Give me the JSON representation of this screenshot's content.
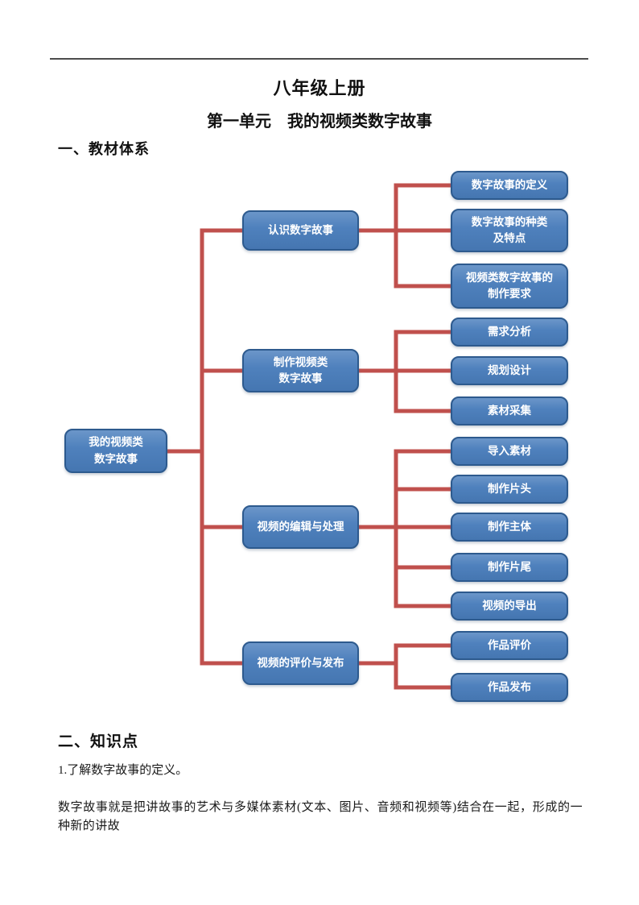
{
  "header": {
    "title": "八年级上册",
    "subtitle": "第一单元　我的视频类数字故事"
  },
  "sections": {
    "textbook_system_heading": "一、教材体系",
    "knowledge_points_heading": "二、知识点",
    "knowledge_point_1": "1.了解数字故事的定义。",
    "body_paragraph": "数字故事就是把讲故事的艺术与多媒体素材(文本、图片、音频和视频等)结合在一起，形成的一种新的讲故"
  },
  "diagram": {
    "type": "tree-mindmap",
    "colors": {
      "node_fill": "#4f81bd",
      "node_border": "#2d5a8e",
      "node_text": "#ffffff",
      "connector_red": "#c0504d"
    },
    "root": {
      "label": "我的视频类\n数字故事"
    },
    "groups": [
      {
        "parent": {
          "label": "认识数字故事"
        },
        "children": [
          {
            "label": "数字故事的定义"
          },
          {
            "label": "数字故事的种类\n及特点"
          },
          {
            "label": "视频类数字故事的\n制作要求"
          }
        ]
      },
      {
        "parent": {
          "label": "制作视频类\n数字故事"
        },
        "children": [
          {
            "label": "需求分析"
          },
          {
            "label": "规划设计"
          },
          {
            "label": "素材采集"
          }
        ]
      },
      {
        "parent": {
          "label": "视频的编辑与处理"
        },
        "children": [
          {
            "label": "导入素材"
          },
          {
            "label": "制作片头"
          },
          {
            "label": "制作主体"
          },
          {
            "label": "制作片尾"
          },
          {
            "label": "视频的导出"
          }
        ]
      },
      {
        "parent": {
          "label": "视频的评价与发布"
        },
        "children": [
          {
            "label": "作品评价"
          },
          {
            "label": "作品发布"
          }
        ]
      }
    ]
  }
}
